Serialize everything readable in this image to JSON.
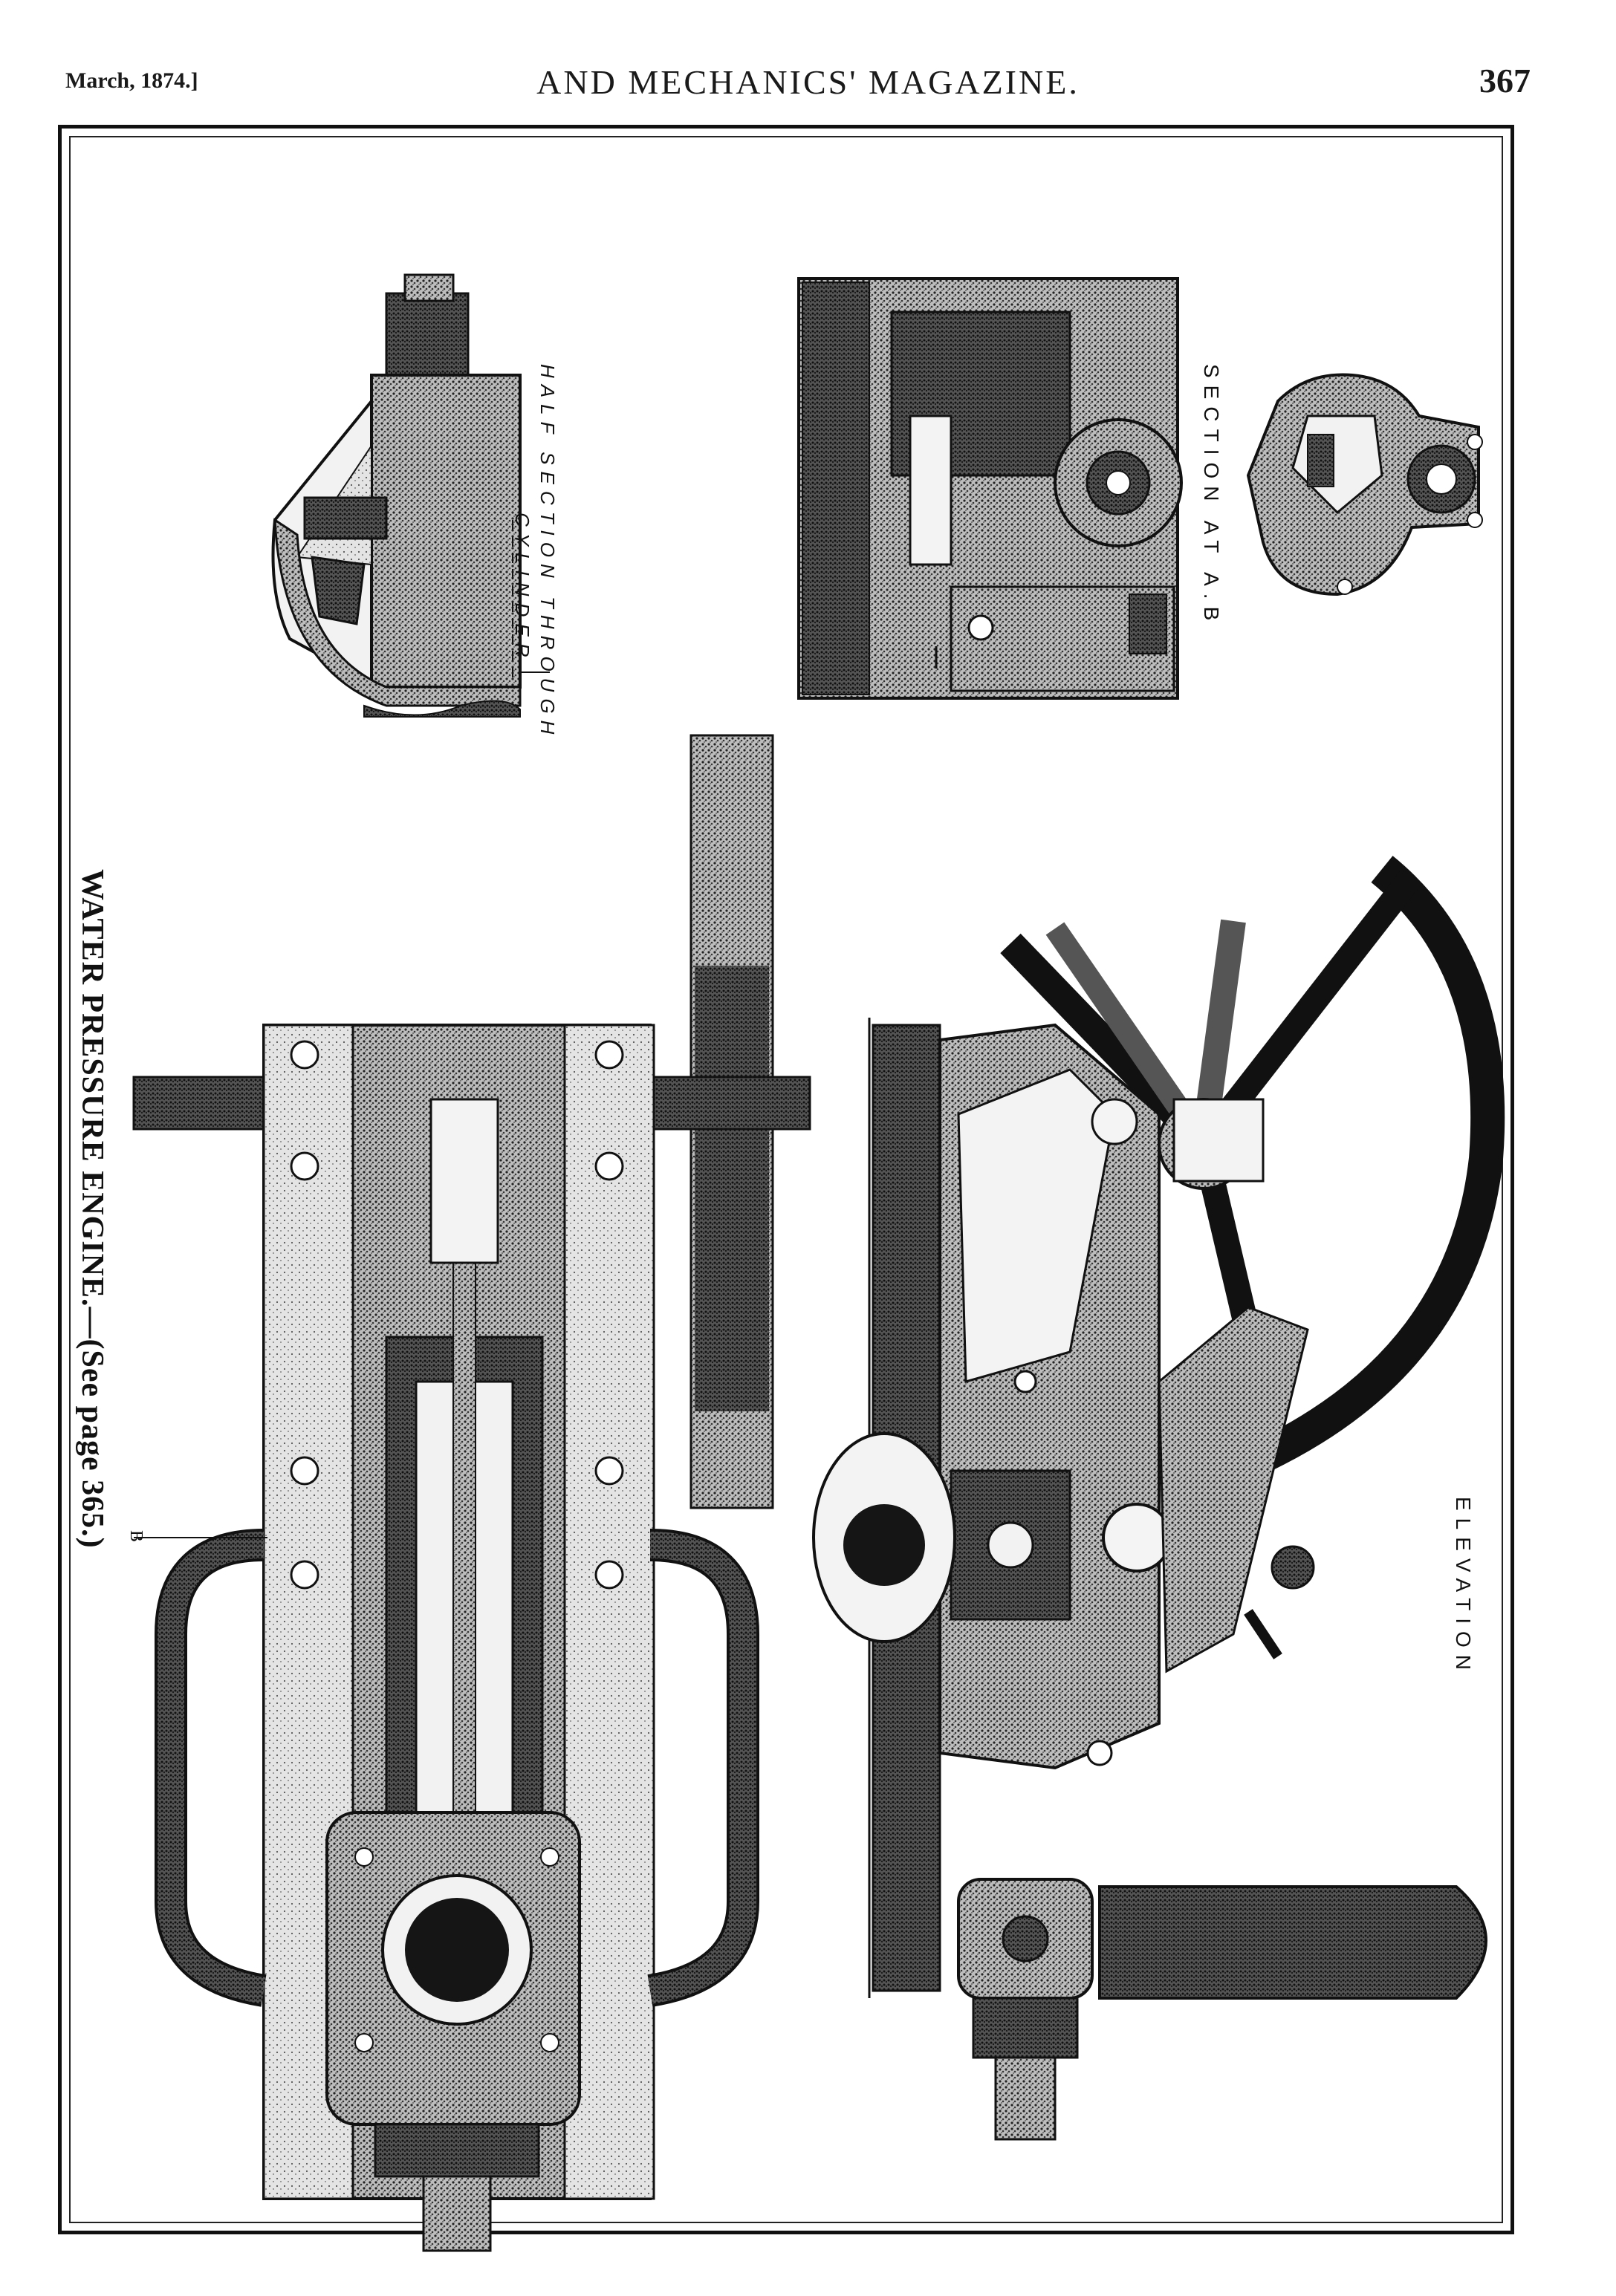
{
  "header": {
    "date": "March, 1874.]",
    "title": "AND MECHANICS' MAGAZINE.",
    "page_number": "367"
  },
  "plate": {
    "caption": "WATER PRESSURE ENGINE.—(See page 365.)",
    "labels": {
      "half_section": "HALF SECTION THROUGH",
      "cylinder": "CYLINDER",
      "section_ab": "SECTION AT A.B",
      "elevation": "ELEVATION",
      "point_b": "B"
    }
  },
  "colors": {
    "ink": "#151515",
    "paper": "#ffffff",
    "hatch": "#555555"
  }
}
